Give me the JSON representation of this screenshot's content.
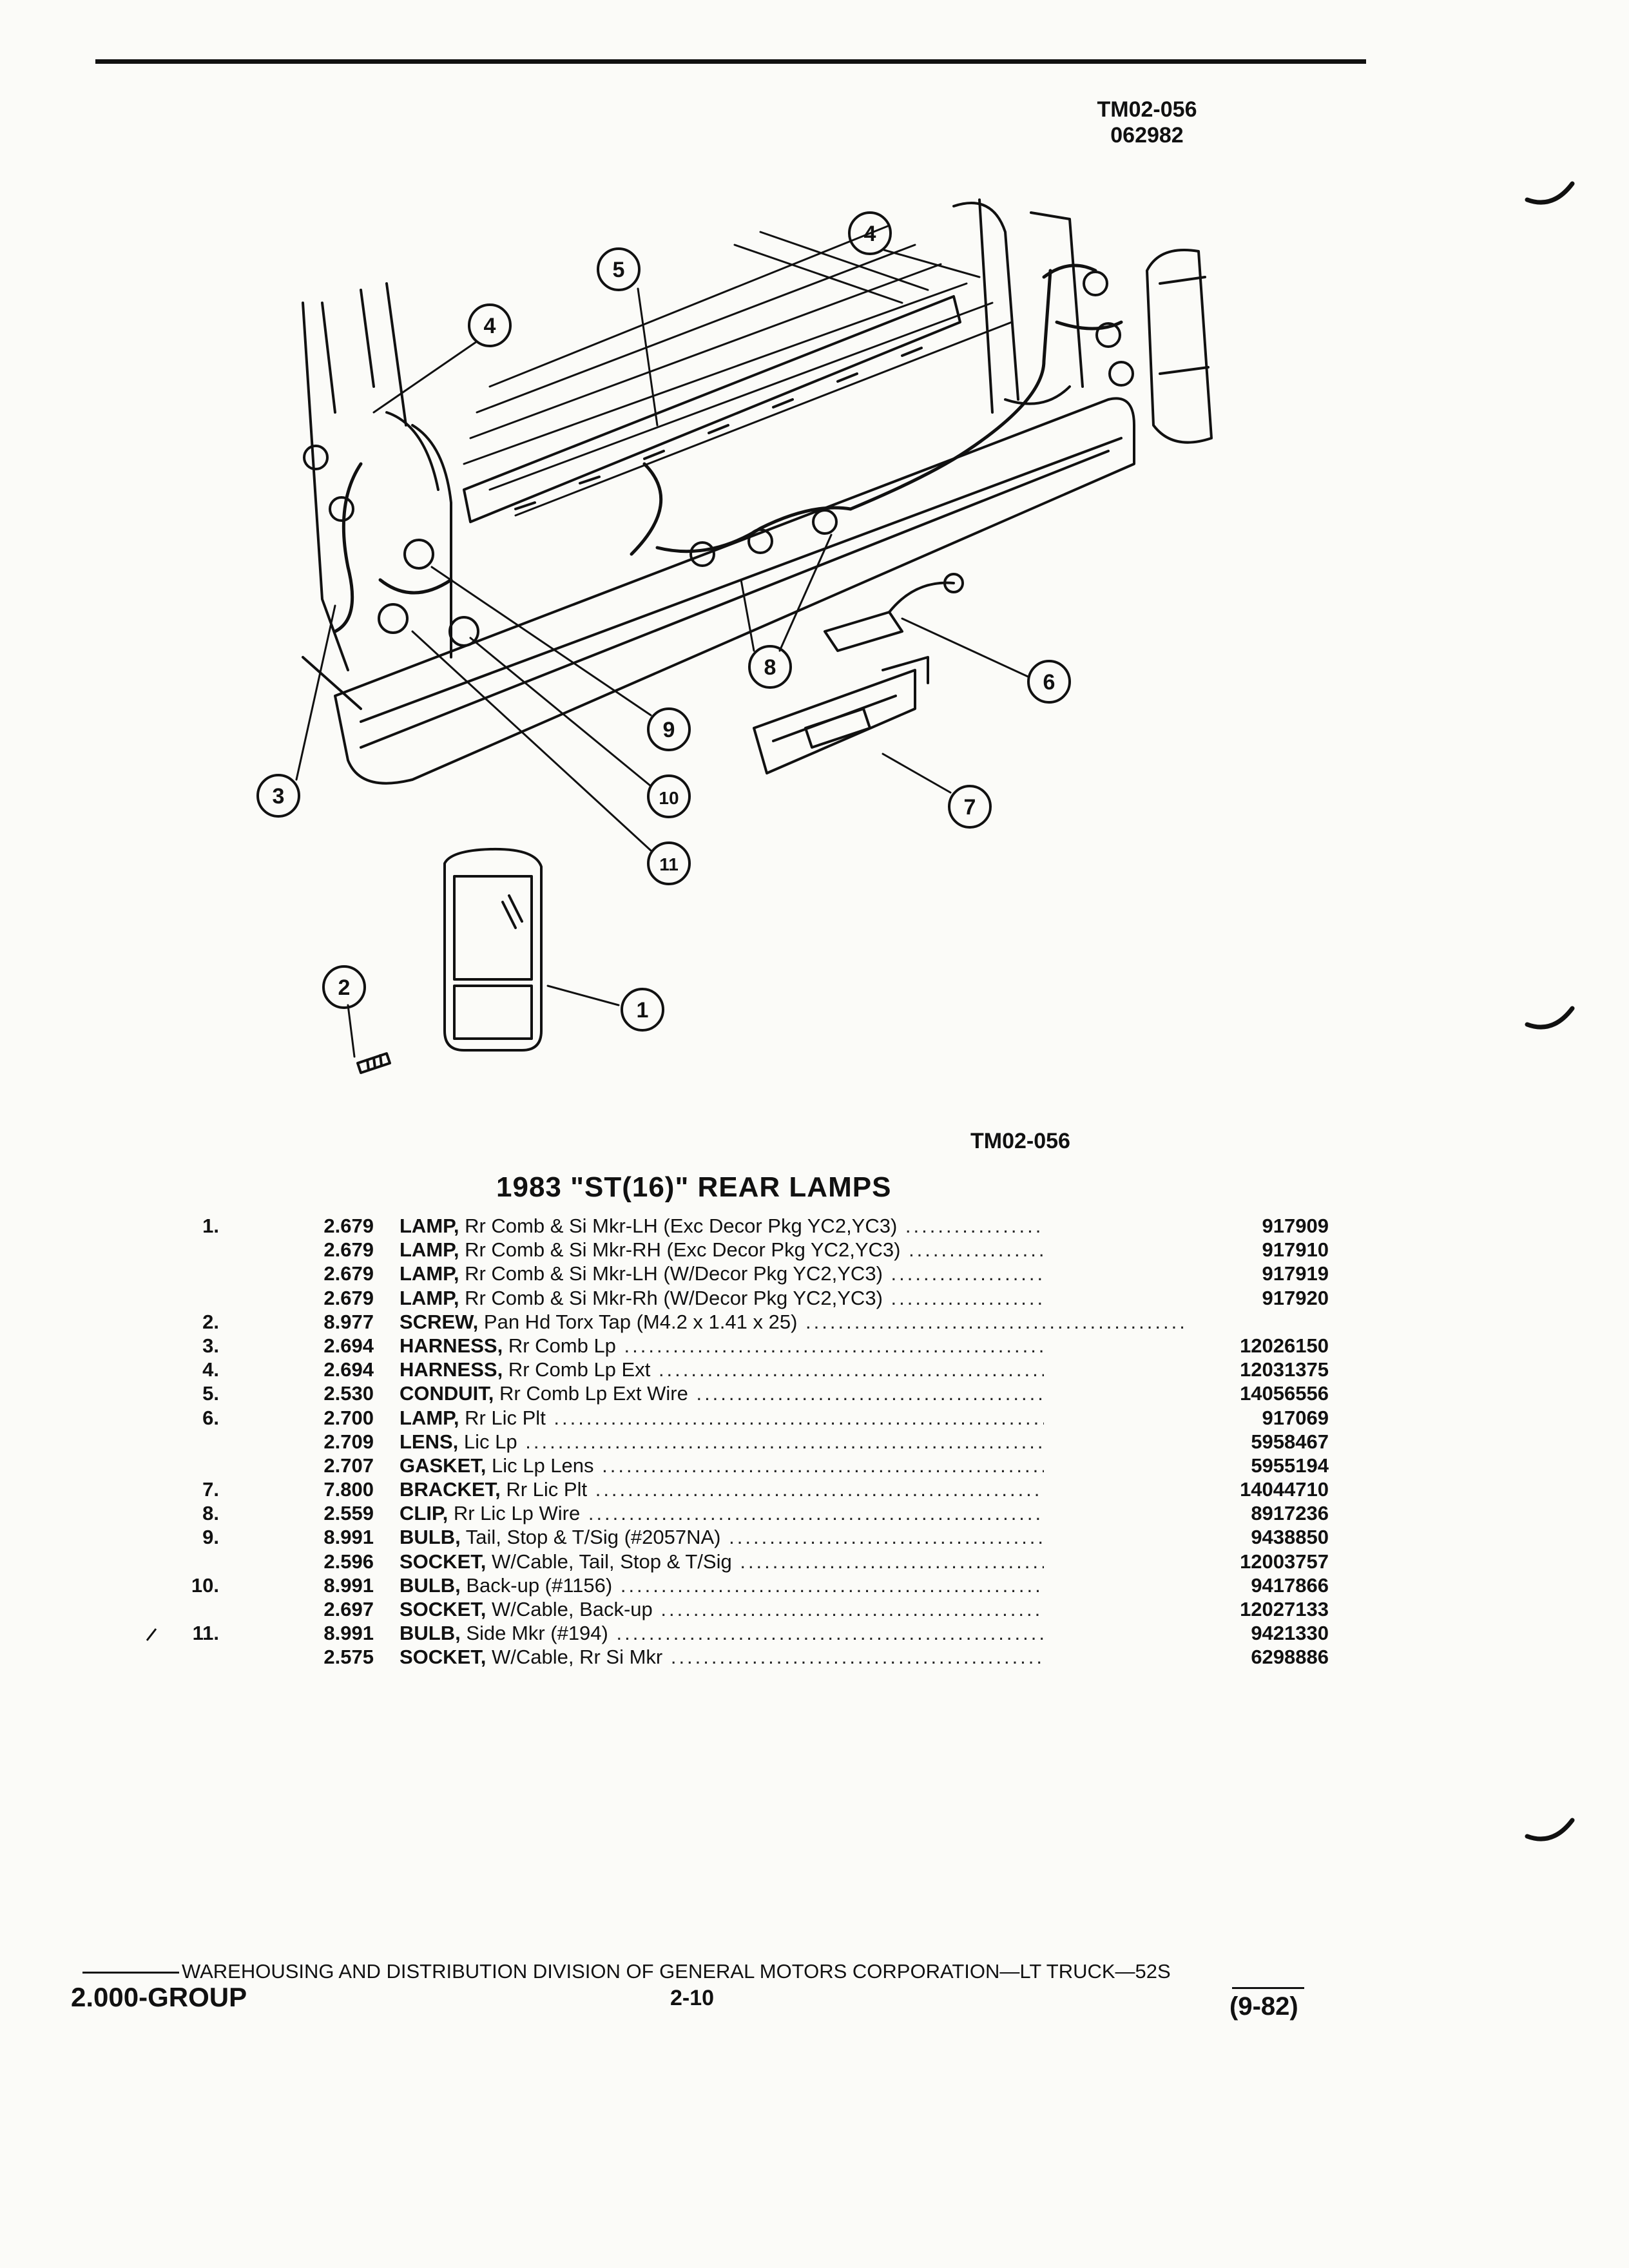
{
  "header": {
    "code": "TM02-056",
    "date_code": "062982"
  },
  "figure": {
    "code": "TM02-056",
    "callouts": [
      "1",
      "2",
      "3",
      "4",
      "4",
      "5",
      "6",
      "7",
      "8",
      "9",
      "10",
      "11"
    ]
  },
  "title": "1983 \"ST(16)\" REAR LAMPS",
  "parts": [
    {
      "num": "1.",
      "grp": "2.679",
      "name": "LAMP,",
      "desc": " Rr Comb & Si Mkr-LH (Exc Decor Pkg YC2,YC3)",
      "pn": "917909"
    },
    {
      "num": "",
      "grp": "2.679",
      "name": "LAMP,",
      "desc": " Rr Comb & Si Mkr-RH (Exc Decor Pkg YC2,YC3)",
      "pn": "917910"
    },
    {
      "num": "",
      "grp": "2.679",
      "name": "LAMP,",
      "desc": " Rr Comb & Si Mkr-LH (W/Decor Pkg YC2,YC3)",
      "pn": "917919"
    },
    {
      "num": "",
      "grp": "2.679",
      "name": "LAMP,",
      "desc": " Rr Comb & Si Mkr-Rh (W/Decor Pkg YC2,YC3)",
      "pn": "917920"
    },
    {
      "num": "2.",
      "grp": "8.977",
      "name": "SCREW,",
      "desc": " Pan Hd Torx Tap (M4.2 x 1.41 x 25)",
      "pn": ""
    },
    {
      "num": "3.",
      "grp": "2.694",
      "name": "HARNESS,",
      "desc": " Rr Comb Lp",
      "pn": "12026150"
    },
    {
      "num": "4.",
      "grp": "2.694",
      "name": "HARNESS,",
      "desc": " Rr Comb Lp Ext",
      "pn": "12031375"
    },
    {
      "num": "5.",
      "grp": "2.530",
      "name": "CONDUIT,",
      "desc": " Rr Comb Lp Ext Wire",
      "pn": "14056556"
    },
    {
      "num": "6.",
      "grp": "2.700",
      "name": "LAMP,",
      "desc": " Rr Lic Plt",
      "pn": "917069"
    },
    {
      "num": "",
      "grp": "2.709",
      "name": "LENS,",
      "desc": " Lic Lp",
      "pn": "5958467"
    },
    {
      "num": "",
      "grp": "2.707",
      "name": "GASKET,",
      "desc": " Lic Lp Lens",
      "pn": "5955194"
    },
    {
      "num": "7.",
      "grp": "7.800",
      "name": "BRACKET,",
      "desc": " Rr Lic Plt",
      "pn": "14044710"
    },
    {
      "num": "8.",
      "grp": "2.559",
      "name": "CLIP,",
      "desc": " Rr Lic Lp Wire",
      "pn": "8917236"
    },
    {
      "num": "9.",
      "grp": "8.991",
      "name": "BULB,",
      "desc": " Tail, Stop & T/Sig (#2057NA)",
      "pn": "9438850"
    },
    {
      "num": "",
      "grp": "2.596",
      "name": "SOCKET,",
      "desc": " W/Cable, Tail, Stop & T/Sig",
      "pn": "12003757"
    },
    {
      "num": "10.",
      "grp": "8.991",
      "name": "BULB,",
      "desc": " Back-up (#1156)",
      "pn": "9417866"
    },
    {
      "num": "",
      "grp": "2.697",
      "name": "SOCKET,",
      "desc": " W/Cable, Back-up",
      "pn": "12027133"
    },
    {
      "num": "11.",
      "grp": "8.991",
      "name": "BULB,",
      "desc": " Side Mkr (#194)",
      "pn": "9421330"
    },
    {
      "num": "",
      "grp": "2.575",
      "name": "SOCKET,",
      "desc": " W/Cable, Rr Si Mkr",
      "pn": "6298886"
    }
  ],
  "footer": {
    "text": "WAREHOUSING AND DISTRIBUTION  DIVISION OF GENERAL MOTORS CORPORATION—LT TRUCK—52S",
    "group": "2.000-GROUP",
    "page": "2-10",
    "date": "(9-82)"
  }
}
